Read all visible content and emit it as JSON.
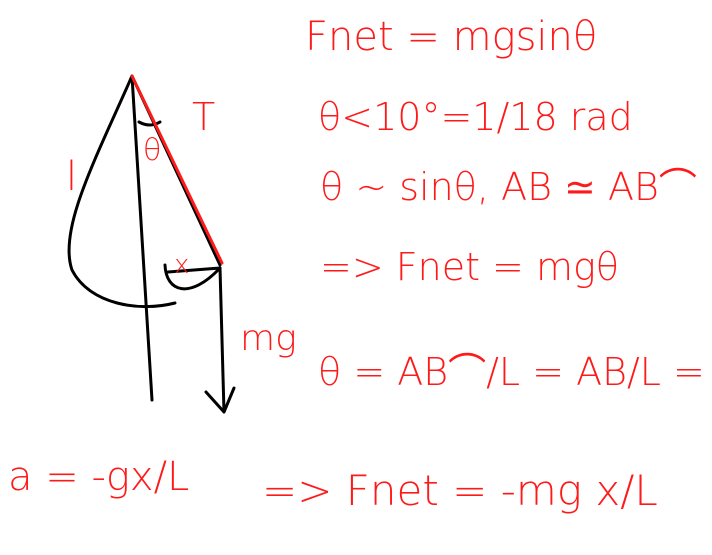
{
  "equations": {
    "fnet": "Fnet = mgsinθ",
    "small_angle": "θ<10°=1/18 rad",
    "approx": "θ ~ sinθ, AB ≃ AB⌒",
    "implies_fnet": "=> Fnet = mgθ",
    "theta_ratio": "θ = AB⌒/L = AB/L = x/L",
    "accel": "a = -gx/L",
    "final_fnet": "=> Fnet = -mg x/L"
  },
  "labels": {
    "length": "l",
    "angle": "θ",
    "tension": "T",
    "displacement": "x",
    "weight": "mg"
  },
  "colors": {
    "ink_red": "#ff1a1a",
    "ink_dark": "#000000"
  }
}
